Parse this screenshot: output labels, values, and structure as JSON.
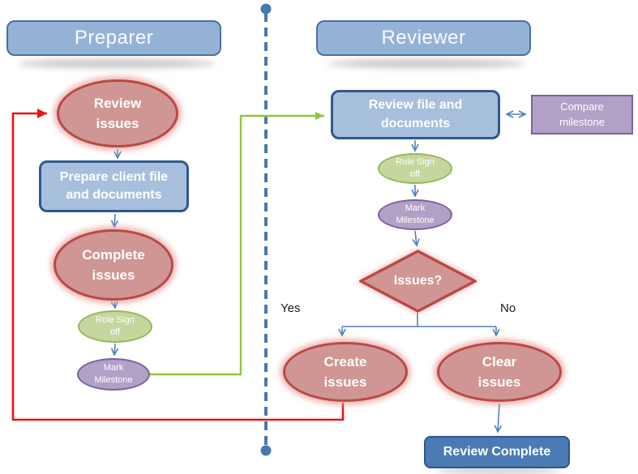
{
  "diagram": {
    "lanes": [
      {
        "title": "Preparer"
      },
      {
        "title": "Reviewer"
      }
    ],
    "nodes": {
      "review_issues": "Review issues",
      "prepare_client_file": "Prepare client file and documents",
      "complete_issues": "Complete issues",
      "role_sign_off_preparer": "Role Sign off",
      "mark_milestone_preparer": "Mark Milestone",
      "review_file_documents": "Review file and documents",
      "compare_milestone": "Compare milestone",
      "role_sign_off_reviewer": "Role Sign off",
      "mark_milestone_reviewer": "Mark Milestone",
      "issues_decision": "Issues?",
      "create_issues": "Create issues",
      "clear_issues": "Clear issues",
      "review_complete": "Review Complete"
    },
    "branch_labels": {
      "yes": "Yes",
      "no": "No"
    },
    "colors": {
      "lane_header_fill": "#94b2d6",
      "process_fill": "#a6bfdc",
      "process_border": "#31588e",
      "dark_process_fill": "#4b7bb5",
      "issue_fill": "#d09694",
      "issue_border": "#bb4845",
      "sign_off_fill": "#c5d79e",
      "sign_off_border": "#98b75c",
      "milestone_fill": "#b1a1c7",
      "milestone_border": "#7c61a0",
      "connector_blue": "#4f81bd",
      "connector_green": "#8ec741",
      "connector_red": "#ff0000"
    }
  }
}
